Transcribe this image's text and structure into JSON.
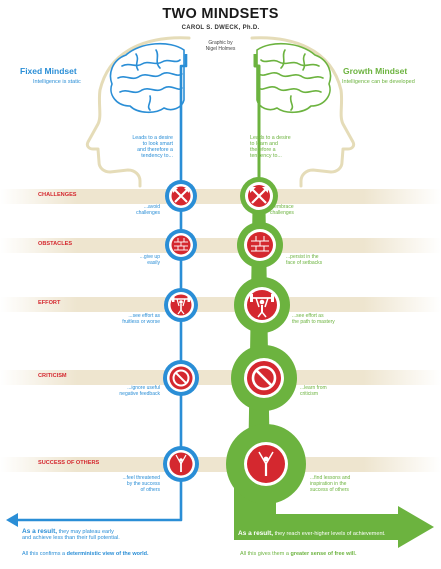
{
  "header": {
    "title": "TWO MINDSETS",
    "author": "CAROL S. DWECK, Ph.D.",
    "credit_line1": "Graphic by",
    "credit_line2": "Nigel Holmes"
  },
  "fixed": {
    "title": "Fixed Mindset",
    "subtitle": "Intelligence is static",
    "desire_lines": [
      "Leads to a desire",
      "to look smart",
      "and therefore a",
      "tendency to..."
    ],
    "responses": [
      [
        "...avoid",
        "challenges"
      ],
      [
        "...give up",
        "easily"
      ],
      [
        "...see effort as",
        "fruitless or worse"
      ],
      [
        "...ignore useful",
        "negative feedback"
      ],
      [
        "...feel threatened",
        "by the success",
        "of others"
      ]
    ],
    "result_lead": "As a result,",
    "result_text": "they may plateau early",
    "result_line2": "and achieve less than their full potential.",
    "conclusion_lead": "All this confirms a",
    "conclusion_bold": "deterministic view of the world."
  },
  "growth": {
    "title": "Growth Mindset",
    "subtitle": "Intelligence can be developed",
    "desire_lines": [
      "Leads to a desire",
      "to learn and",
      "therefore a",
      "tendency to..."
    ],
    "responses": [
      [
        "...embrace",
        "challenges"
      ],
      [
        "...persist in the",
        "face of setbacks"
      ],
      [
        "...see effort as",
        "the path to mastery"
      ],
      [
        "...learn from",
        "criticism"
      ],
      [
        "...find lessons and",
        "inspiration in the",
        "success of others"
      ]
    ],
    "result_lead": "As a result,",
    "result_text": "they reach ever-higher levels of achievement.",
    "conclusion_lead": "All this gives them a",
    "conclusion_bold": "greater sense of free will."
  },
  "topics": [
    {
      "label": "CHALLENGES",
      "icon": "cross-arrows-icon"
    },
    {
      "label": "OBSTACLES",
      "icon": "brick-wall-icon"
    },
    {
      "label": "EFFORT",
      "icon": "weightlifter-icon"
    },
    {
      "label": "CRITICISM",
      "icon": "no-sign-icon"
    },
    {
      "label": "SUCCESS OF OTHERS",
      "icon": "arms-raised-icon"
    }
  ],
  "colors": {
    "fixed_blue": "#2a8ed6",
    "growth_green": "#6cb33f",
    "label_red": "#d4282f",
    "band_tan": "#eee5cf"
  }
}
